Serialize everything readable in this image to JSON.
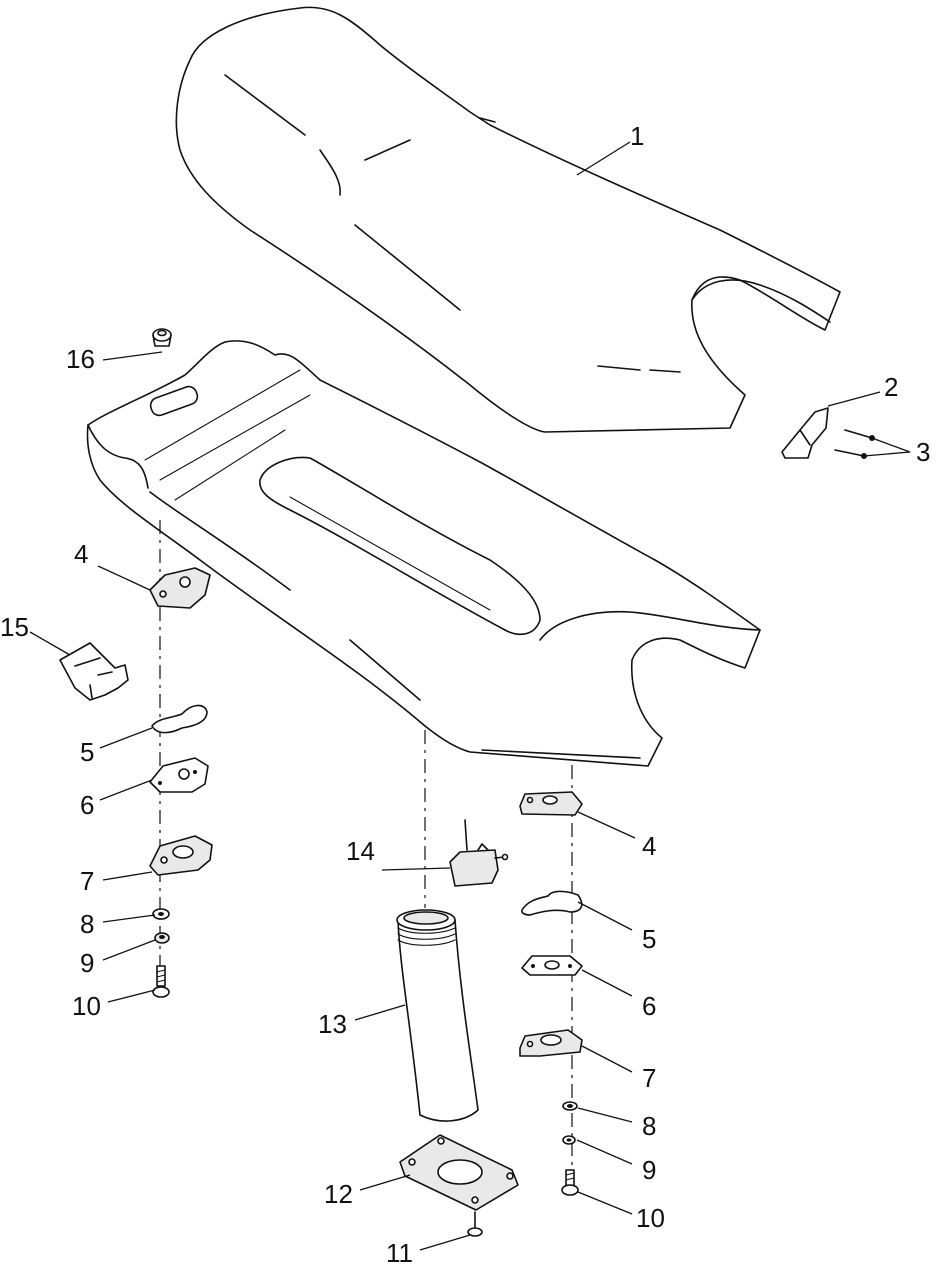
{
  "diagram": {
    "callouts": [
      "1",
      "2",
      "3",
      "4",
      "5",
      "6",
      "7",
      "8",
      "9",
      "10",
      "11",
      "12",
      "13",
      "14",
      "15",
      "16"
    ],
    "labels": {
      "l1": "1",
      "l2": "2",
      "l3": "3",
      "l4a": "4",
      "l4b": "4",
      "l5a": "5",
      "l5b": "5",
      "l6a": "6",
      "l6b": "6",
      "l7a": "7",
      "l7b": "7",
      "l8a": "8",
      "l8b": "8",
      "l9a": "9",
      "l9b": "9",
      "l10a": "10",
      "l10b": "10",
      "l11": "11",
      "l12": "12",
      "l13": "13",
      "l14": "14",
      "l15": "15",
      "l16": "16"
    }
  }
}
